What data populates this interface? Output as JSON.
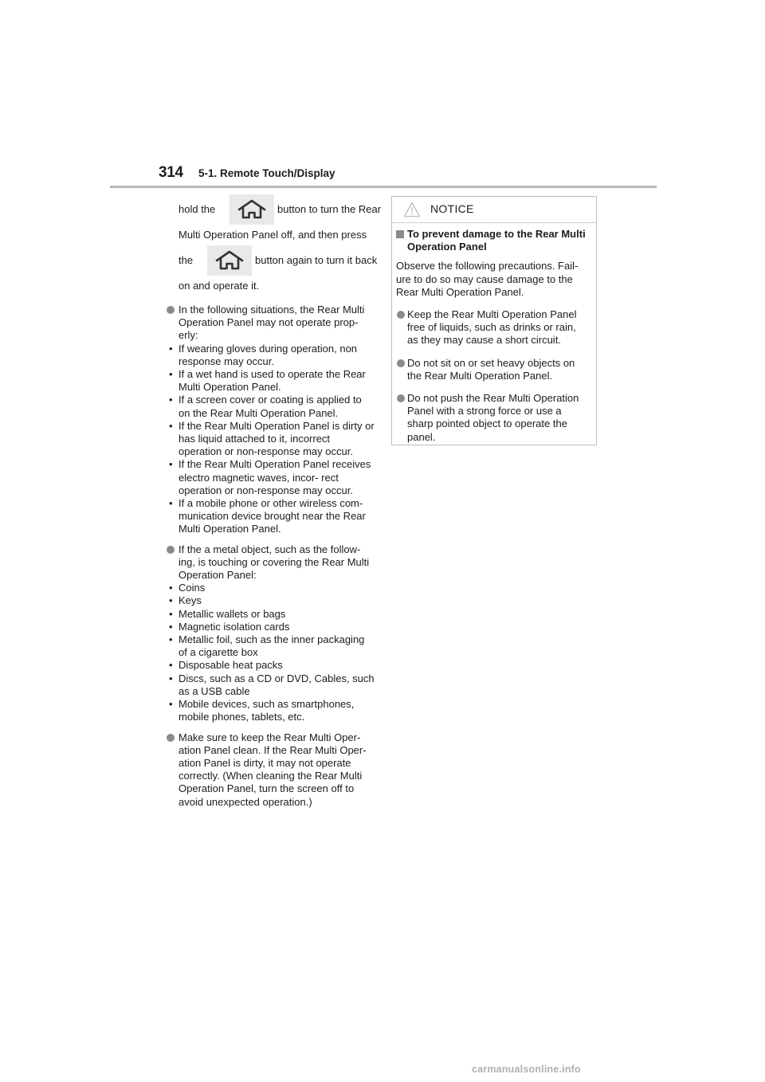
{
  "header": {
    "page_number": "314",
    "section_title": "5-1. Remote Touch/Display"
  },
  "left": {
    "line1_pre": "hold the",
    "line1_post": "button to turn the Rear",
    "line2": "Multi Operation Panel off, and then press",
    "line3_pre": "the",
    "line3_post": "button again to turn it back",
    "line4": "on and operate it.",
    "home_icon": "home-icon",
    "bullet1": {
      "text": "In the following situations, the Rear Multi Operation Panel may not operate prop- erly:",
      "items": [
        "If wearing gloves during operation, non response may occur.",
        "If a wet hand is used to operate the Rear Multi Operation Panel.",
        "If a screen cover or coating is applied to on the Rear Multi Operation Panel.",
        "If the Rear Multi Operation Panel is dirty or has liquid attached to it, incorrect operation or non-response may occur.",
        "If the Rear Multi Operation Panel receives electro magnetic waves, incor- rect operation or non-response may occur.",
        "If a mobile phone or other wireless com- munication device brought near the Rear Multi Operation Panel."
      ]
    },
    "bullet2": {
      "text": "If the a metal object, such as the follow- ing, is touching or covering the Rear Multi Operation Panel:",
      "items": [
        "Coins",
        "Keys",
        "Metallic wallets or bags",
        "Magnetic isolation cards",
        "Metallic foil, such as the inner packaging of a cigarette box",
        "Disposable heat packs",
        "Discs, such as a CD or DVD, Cables, such as a USB cable",
        "Mobile devices, such as smartphones, mobile phones, tablets, etc."
      ]
    },
    "bullet3": {
      "text": "Make sure to keep the Rear Multi Oper- ation Panel clean. If the Rear Multi Oper- ation Panel is dirty, it may not operate correctly. (When cleaning the Rear Multi Operation Panel, turn the screen off to avoid unexpected operation.)"
    }
  },
  "notice": {
    "title": "NOTICE",
    "icon": "warning-triangle-icon",
    "heading": "To prevent damage to the Rear Multi Operation Panel",
    "intro": "Observe the following precautions. Fail- ure to do so may cause damage to the Rear Multi Operation Panel.",
    "bullets": [
      "Keep the Rear Multi Operation Panel free of liquids, such as drinks or rain, as they may cause a short circuit.",
      "Do not sit on or set heavy objects on the Rear Multi Operation Panel.",
      "Do not push the Rear Multi Operation Panel with a strong force or use a sharp pointed object to operate the panel."
    ]
  },
  "footer": {
    "watermark": "carmanualsonline.info"
  },
  "colors": {
    "bullet_gray": "#8a8a8a",
    "rule_gray": "#b8b8b8",
    "icon_bg": "#e9e9e9"
  }
}
